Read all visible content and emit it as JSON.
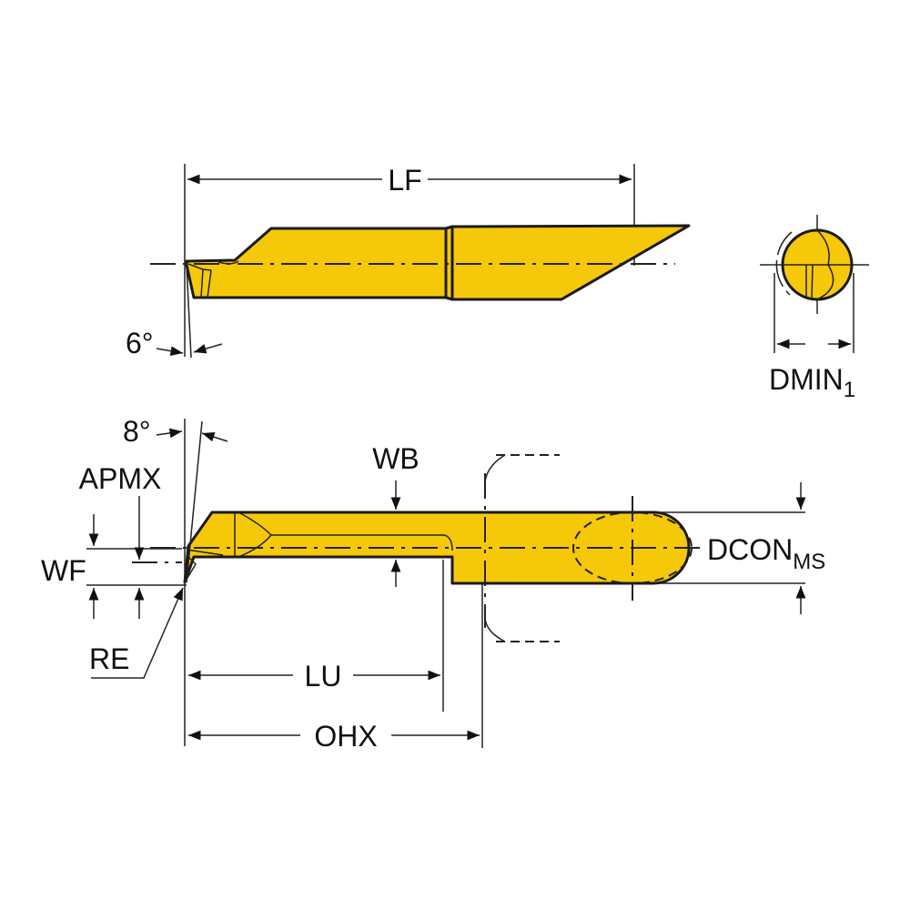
{
  "diagram": {
    "tool_color": "#f6c80a",
    "labels": {
      "lf": "LF",
      "angle_top": "6°",
      "dmin": "DMIN",
      "dmin_sub": "1",
      "angle_bottom": "8°",
      "apmx": "APMX",
      "wb": "WB",
      "wf": "WF",
      "dcon": "DCON",
      "dcon_sub": "MS",
      "re": "RE",
      "lu": "LU",
      "ohx": "OHX"
    }
  }
}
